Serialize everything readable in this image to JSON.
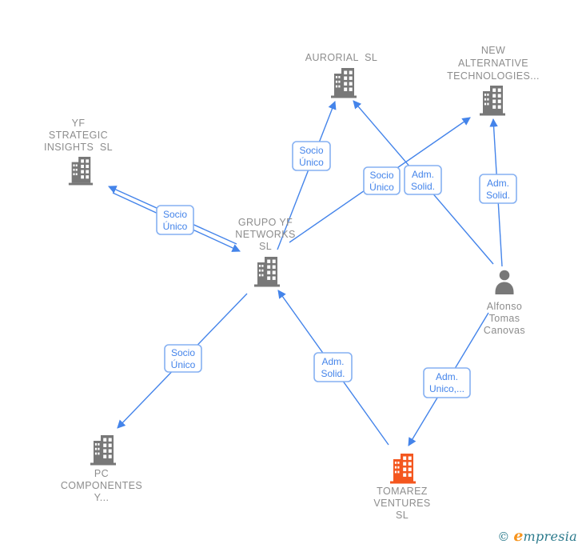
{
  "colors": {
    "edge-blue": "#4484ea",
    "box-border": "#85b0f2",
    "node-text": "#8d8d8d",
    "icon-gray": "#787878",
    "accent-orange": "#f4571f",
    "wm-teal": "#2b7a8c",
    "wm-orange": "#f7941d"
  },
  "icons": {
    "company": "building-icon",
    "person": "person-icon"
  },
  "nodes": {
    "aurorial": {
      "lines": [
        "AURORIAL  SL"
      ],
      "type": "company"
    },
    "new_alternative": {
      "lines": [
        "NEW",
        "ALTERNATIVE",
        "TECHNOLOGIES..."
      ],
      "type": "company"
    },
    "yf_strategic": {
      "lines": [
        "YF",
        "STRATEGIC",
        "INSIGHTS  SL"
      ],
      "type": "company"
    },
    "grupo_yf": {
      "lines": [
        "GRUPO YF",
        "NETWORKS",
        "SL"
      ],
      "type": "company"
    },
    "alfonso": {
      "lines": [
        "Alfonso",
        "Tomas",
        "Canovas"
      ],
      "type": "person"
    },
    "pc_componentes": {
      "lines": [
        "PC",
        "COMPONENTES",
        "Y..."
      ],
      "type": "company"
    },
    "tomarez": {
      "lines": [
        "TOMAREZ",
        "VENTURES",
        "SL"
      ],
      "type": "company",
      "highlight": "orange"
    }
  },
  "edge_labels": {
    "grupo_to_aurorial": {
      "lines": [
        "Socio",
        "Único"
      ]
    },
    "grupo_to_newalt": {
      "lines": [
        "Socio",
        "Único"
      ]
    },
    "alfonso_to_aurorial": {
      "lines": [
        "Adm.",
        "Solid."
      ]
    },
    "alfonso_to_newalt": {
      "lines": [
        "Adm.",
        "Solid."
      ]
    },
    "grupo_yfstrategic": {
      "lines": [
        "Socio",
        "Único"
      ]
    },
    "grupo_to_pc": {
      "lines": [
        "Socio",
        "Único"
      ]
    },
    "tomarez_to_grupo": {
      "lines": [
        "Adm.",
        "Solid."
      ]
    },
    "alfonso_to_tomarez": {
      "lines": [
        "Adm.",
        "Unico,..."
      ]
    }
  },
  "watermark": {
    "copyright": "©",
    "brand_initial": "e",
    "brand_rest": "mpresia"
  }
}
